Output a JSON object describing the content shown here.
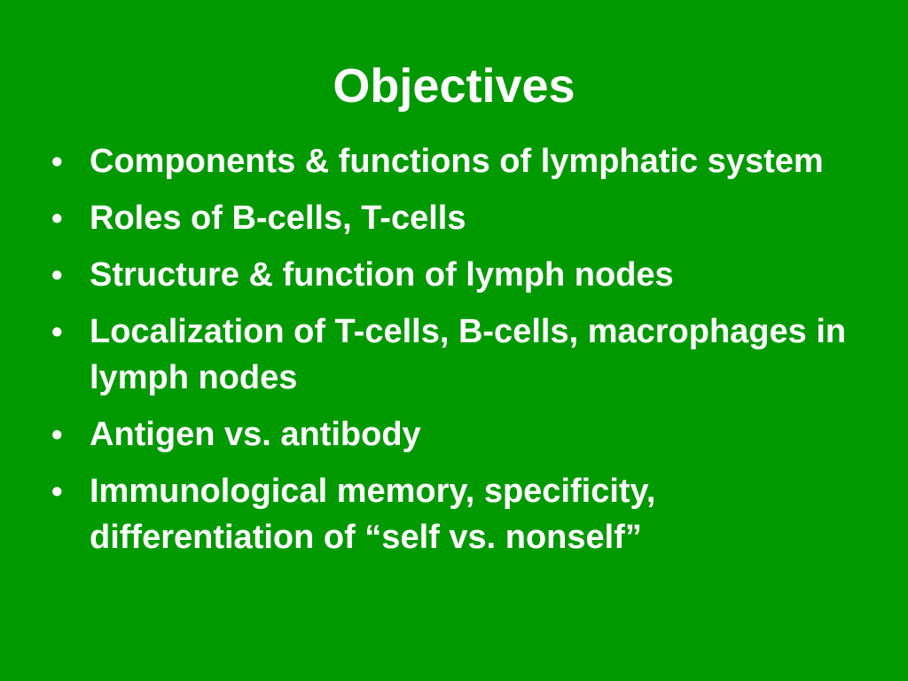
{
  "slide": {
    "title": "Objectives",
    "bullet_symbol": "•",
    "bullets": [
      "Components & functions of lymphatic system",
      "Roles of B-cells, T-cells",
      "Structure & function of lymph nodes",
      "Localization of T-cells, B-cells, macrophages in lymph nodes",
      "Antigen vs. antibody",
      "Immunological memory, specificity, differentiation of “self vs. nonself”"
    ]
  },
  "colors": {
    "background": "#009900",
    "text": "#ffffff"
  }
}
